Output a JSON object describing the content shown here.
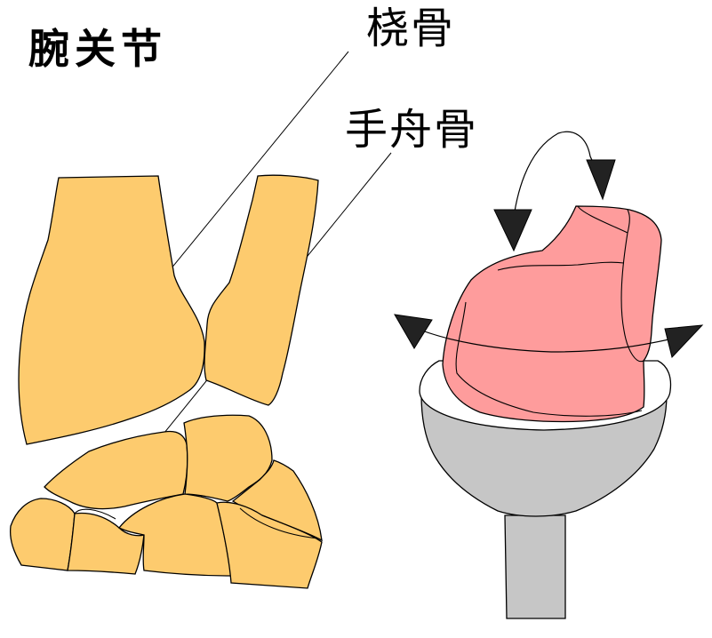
{
  "labels": {
    "title": "腕关节",
    "radius": "桡骨",
    "scaphoid": "手舟骨"
  },
  "colors": {
    "bone": "#fdcb6e",
    "implant_metal": "#c6c6c6",
    "implant_insert": "#ffffff",
    "implant_articular": "#fe9c9c",
    "arrow": "#222222"
  }
}
